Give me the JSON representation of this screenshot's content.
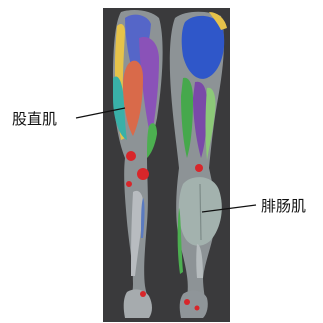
{
  "figure": {
    "type": "3d-anatomy-render",
    "subject": "leg-muscles-front-and-back",
    "background_color": "#3a3a3c",
    "labels": [
      {
        "id": "rectus-femoris",
        "text": "股直肌"
      },
      {
        "id": "gastrocnemius",
        "text": "腓肠肌"
      }
    ]
  }
}
